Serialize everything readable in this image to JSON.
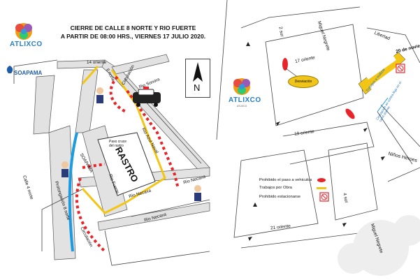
{
  "title": {
    "line1": "CIERRE DE CALLE 8 NORTE Y RIO FUERTE",
    "line2": "A PARTIR DE 08:00 HRS., VIERNES 17 JULIO 2020."
  },
  "logos": {
    "atlixco": "ATLIXCO",
    "soapama": "SOAPAMA"
  },
  "left_map": {
    "streets": {
      "catorce_oriente": "14 oriente",
      "seis_norte": "6 norte",
      "circulacion": "Circulación",
      "rio_sonora": "Rio Sonora",
      "rio_azul_naval": "Rio Azul Naval",
      "paso_cruce": "Paso cruce\ndel rastro",
      "calle_4_norte": "Calle 4 norte",
      "prolongacion": "Prolongación  8 norte",
      "soapama_label": "SOAPAMA",
      "rio_fuerte": "Rio Fuerte",
      "rio_necaxa_1": "Rio Necaxa",
      "rio_necaxa_2": "Rio Necaxa",
      "rio_necaxa_3": "Rio Necaxa",
      "circulacion_2": "Circulación"
    },
    "rastro": "RASTRO",
    "north": "N"
  },
  "right_map": {
    "streets": {
      "dos_sur": "2 sur",
      "miguel_negrete_top": "Miguel Negrete",
      "libertad": "Libertad",
      "diecisiete_oriente": "17 oriente",
      "veinte_noviembre": "20 de noviem",
      "trabajos": "Trabajos a realizar",
      "circulacion_contra": "Circulación en contra flujo  en el carril oriente",
      "diecinueve_oriente": "19 oriente",
      "ninos_heroes": "Niños Héroes",
      "cuatro_sur": "4 sur",
      "miguel_negrete_bottom": "Miguel Negrete",
      "veintiuno_oriente": "21 oriente"
    },
    "desviacion": "Desviación",
    "legend": [
      {
        "label": "Prohibido el paso a vehiculos",
        "color": "#e8242a"
      },
      {
        "label": "Trabajos por Obra",
        "color": "#f3c514"
      },
      {
        "label": "Prohibido estacionarse",
        "icon": "no-parking-icon"
      }
    ],
    "logo_sub": "ATLIXCO"
  },
  "colors": {
    "closure_red": "#e8242a",
    "route_yellow": "#f3c514",
    "flow_blue": "#1c9be0",
    "road_gray": "#dcdcdc"
  }
}
